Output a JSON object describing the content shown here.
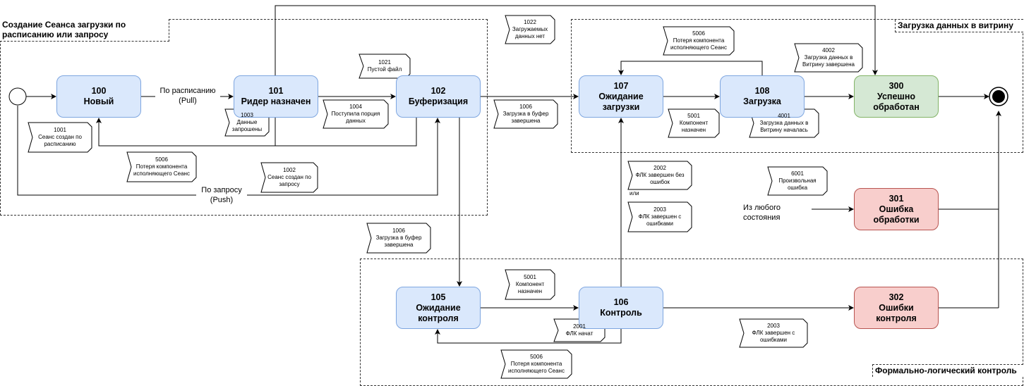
{
  "regions": {
    "creation": "Создание Сеанса загрузки по расписанию или запросу",
    "loading": "Загрузка данных в витрину",
    "flk": "Формально-логический контроль"
  },
  "states": {
    "s100": {
      "code": "100",
      "name": "Новый"
    },
    "s101": {
      "code": "101",
      "name": "Ридер назначен"
    },
    "s102": {
      "code": "102",
      "name": "Буферизация"
    },
    "s107": {
      "code": "107",
      "name": "Ожидание загрузки"
    },
    "s108": {
      "code": "108",
      "name": "Загрузка"
    },
    "s300": {
      "code": "300",
      "name": "Успешно обработан"
    },
    "s301": {
      "code": "301",
      "name": "Ошибка обработки"
    },
    "s105": {
      "code": "105",
      "name": "Ожидание контроля"
    },
    "s106": {
      "code": "106",
      "name": "Контроль"
    },
    "s302": {
      "code": "302",
      "name": "Ошибки контроля"
    }
  },
  "edge_labels": {
    "pull": "По расписанию (Pull)",
    "push": "По запросу (Push)",
    "any_state": "Из любого состояния",
    "or": "или"
  },
  "events": {
    "e1001": {
      "code": "1001",
      "text": "Сеанс создан по расписанию"
    },
    "e1003": {
      "code": "1003",
      "text": "Данные запрошены"
    },
    "e1004": {
      "code": "1004",
      "text": "Поступила порция данных"
    },
    "e1021": {
      "code": "1021",
      "text": "Пустой файл"
    },
    "e1022": {
      "code": "1022",
      "text": "Загружаемых данных нет"
    },
    "e5006a": {
      "code": "5006",
      "text": "Потеря компонента исполняющего Сеанс"
    },
    "e1002": {
      "code": "1002",
      "text": "Сеанс создан по запросу"
    },
    "e1006a": {
      "code": "1006",
      "text": "Загрузка в буфер завершена"
    },
    "e5006b": {
      "code": "5006",
      "text": "Потеря компонента исполняющего Сеанс"
    },
    "e4002": {
      "code": "4002",
      "text": "Загрузка данных в Витрину завершена"
    },
    "e5001a": {
      "code": "5001",
      "text": "Компонент назначен"
    },
    "e4001": {
      "code": "4001",
      "text": "Загрузка данных в Витрину началась"
    },
    "e2002": {
      "code": "2002",
      "text": "ФЛК завершен без ошибок"
    },
    "e2003a": {
      "code": "2003",
      "text": "ФЛК завершен с ошибками"
    },
    "e6001": {
      "code": "6001",
      "text": "Произвольная ошибка"
    },
    "e1006b": {
      "code": "1006",
      "text": "Загрузка в буфер завершена"
    },
    "e5001b": {
      "code": "5001",
      "text": "Компонент назначен"
    },
    "e2001": {
      "code": "2001",
      "text": "ФЛК начат"
    },
    "e5006c": {
      "code": "5006",
      "text": "Потеря компонента исполняющего Сеанс"
    },
    "e2003b": {
      "code": "2003",
      "text": "ФЛК завершен с ошибками"
    }
  }
}
